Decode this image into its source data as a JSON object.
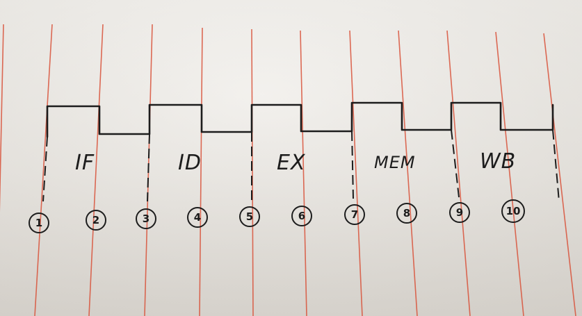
{
  "stages": [
    "IF",
    "ID",
    "EX",
    "MEM",
    "WB"
  ],
  "steps": [
    "1",
    "2",
    "3",
    "4",
    "5",
    "6",
    "7",
    "8",
    "9",
    "10"
  ],
  "colors": {
    "paper": "#ece9e4",
    "rule_line": "#d9523a",
    "ink": "#1c1c1c"
  }
}
